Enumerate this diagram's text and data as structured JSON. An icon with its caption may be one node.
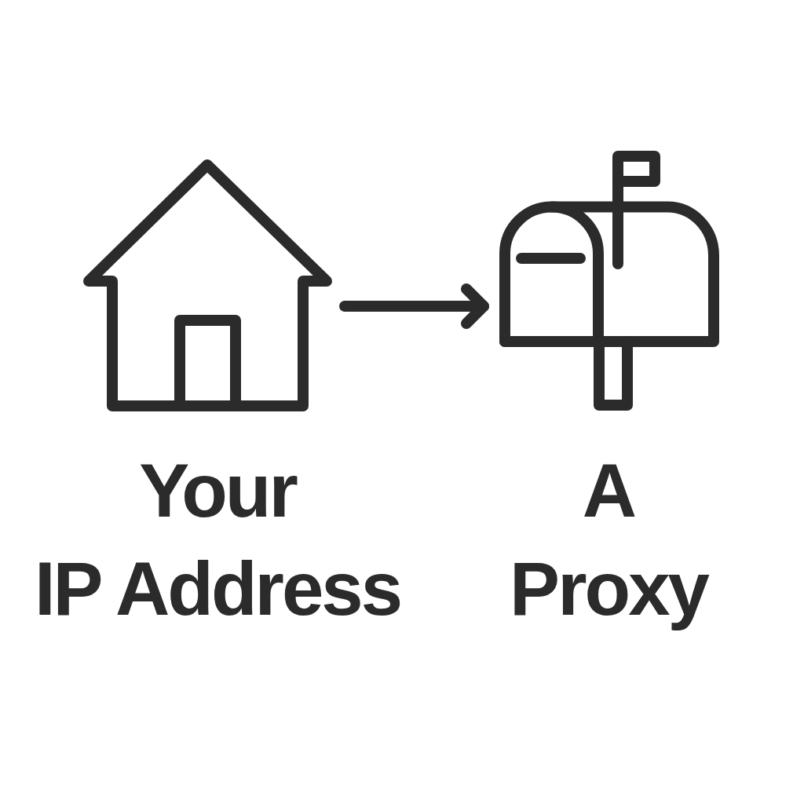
{
  "diagram": {
    "nodes": [
      {
        "text": [
          "Your IP Address"
        ]
      },
      {
        "text": [
          "A Proxy"
        ]
      }
    ],
    "edges": [
      {
        "from": 0,
        "to": 1,
        "arrow": "to"
      }
    ]
  }
}
